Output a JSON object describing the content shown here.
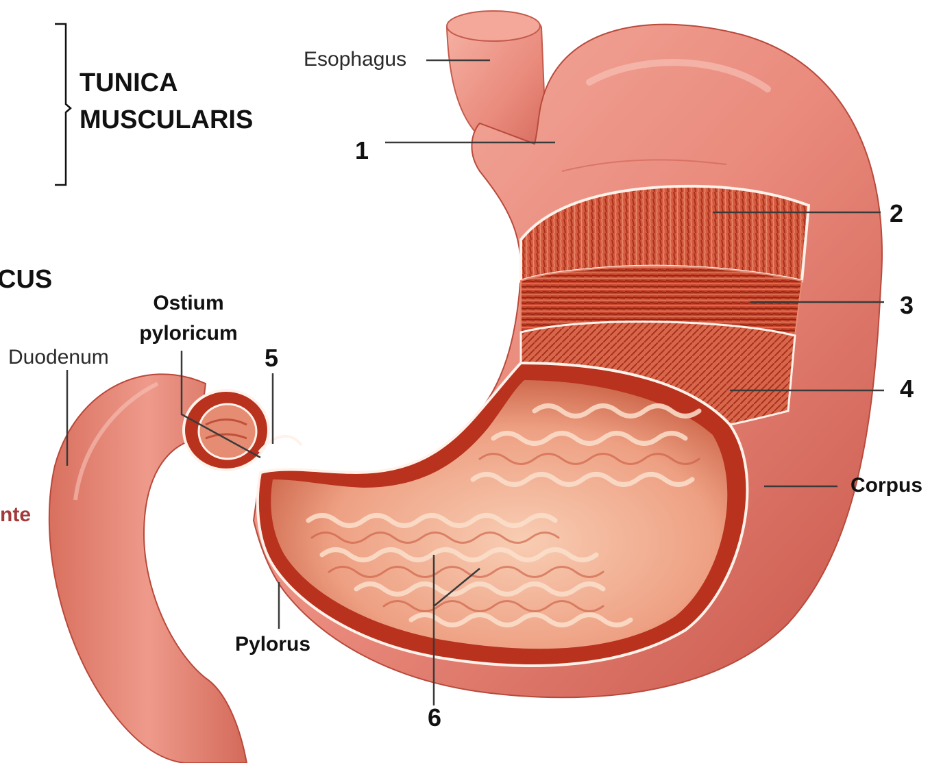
{
  "colors": {
    "outer_wall": "#e98a7c",
    "outer_wall_dark": "#c8564a",
    "cut_muscle": "#d45a3f",
    "muscle_dark": "#a8301d",
    "mucosa": "#f2b79a",
    "mucosa_folds": "#fbe0cc",
    "leader_line": "#3a3a3a",
    "fragment_text": "#a23a3a"
  },
  "labels": {
    "tunica_line1": "TUNICA",
    "tunica_line2": "MUSCULARIS",
    "cus_fragment": "CUS",
    "nte_fragment": "nte",
    "esophagus": "Esophagus",
    "duodenum": "Duodenum",
    "ostium_line1": "Ostium",
    "ostium_line2": "pyloricum",
    "pylorus": "Pylorus",
    "corpus": "Corpus",
    "n1": "1",
    "n2": "2",
    "n3": "3",
    "n4": "4",
    "n5": "5",
    "n6": "6"
  }
}
